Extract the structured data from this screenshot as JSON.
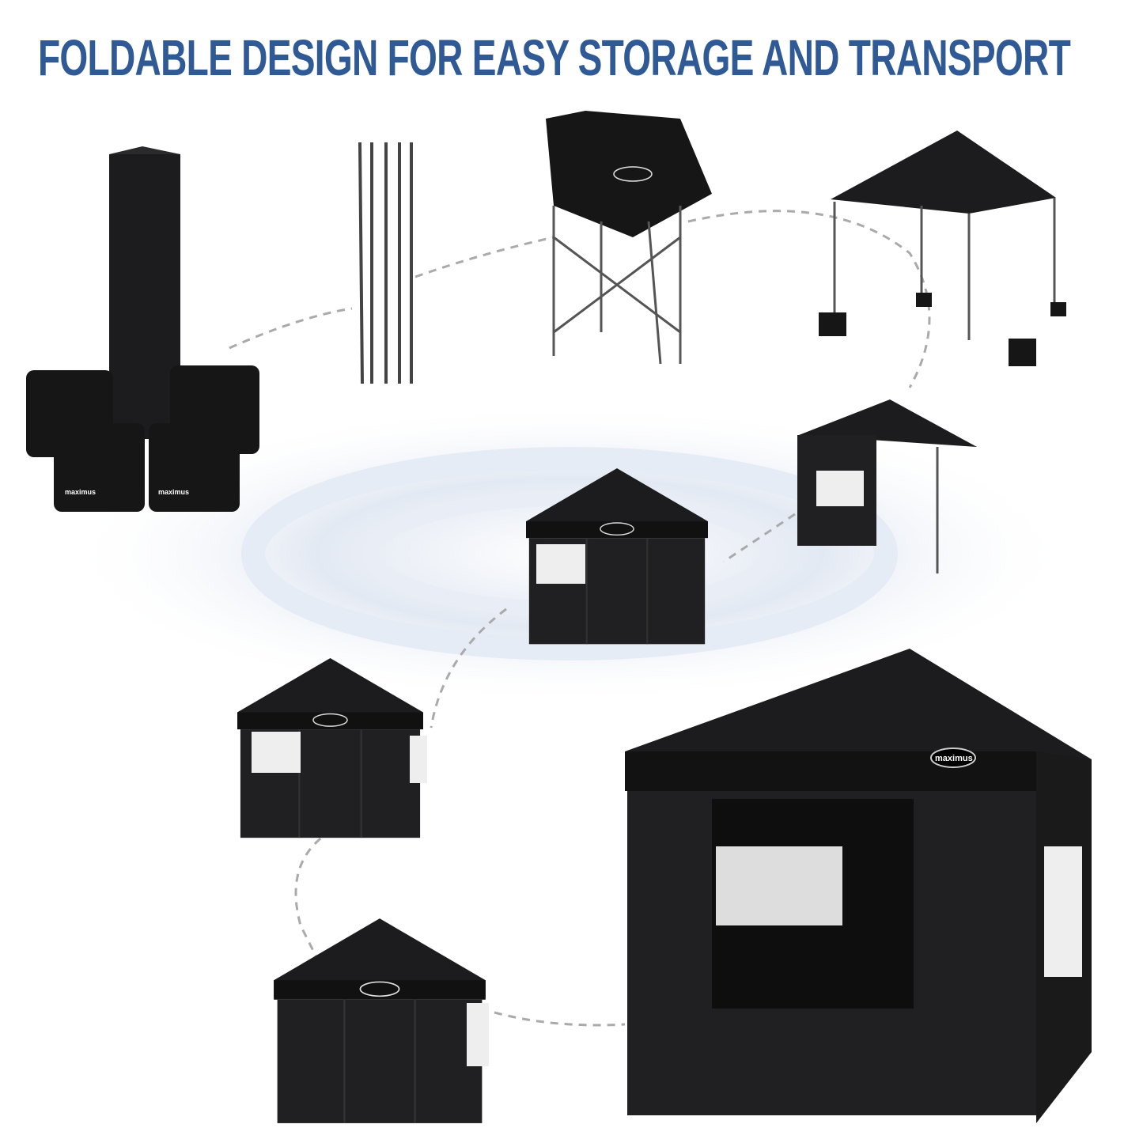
{
  "title": "FOLDABLE DESIGN FOR EASY STORAGE AND TRANSPORT",
  "brand_logo": "maximus",
  "colors": {
    "title": "#2f5a96",
    "tent": "#1c1c1e",
    "swirl": "#dfe6f2"
  },
  "steps": [
    "carry-bag-and-weight-bags",
    "folded-frame",
    "frame-with-canopy-partially-open",
    "canopy-raised",
    "canopy-with-one-sidewall",
    "canopy-with-two-sidewalls",
    "canopy-with-three-sidewalls",
    "fully-enclosed-canopy",
    "enclosed-canopy-with-door-open"
  ]
}
